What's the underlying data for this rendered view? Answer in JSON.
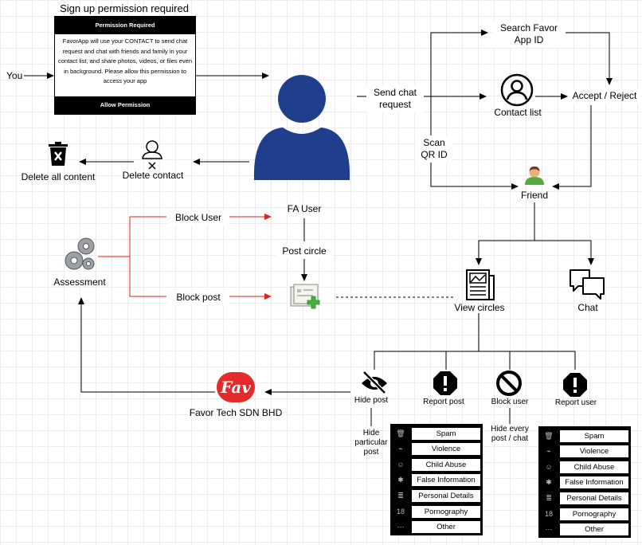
{
  "permission": {
    "title": "Sign up permission required",
    "header": "Permission Required",
    "body": "FavorApp will use your CONTACT to send chat request and chat with friends and family in your contact list, and share photos, videos, or files even in background. Please allow this permission to access your app",
    "button": "Allow Permission"
  },
  "nodes": {
    "you": "You",
    "send_chat": "Send chat request",
    "search_favor": "Search Favor App ID",
    "contact_list": "Contact list",
    "accept_reject": "Accept / Reject",
    "scan_qr": "Scan QR ID",
    "friend": "Friend",
    "delete_all": "Delete all content",
    "delete_contact": "Delete contact",
    "block_user": "Block User",
    "fa_user": "FA User",
    "post_circle": "Post circle",
    "assessment": "Assessment",
    "block_post": "Block post",
    "view_circles": "View circles",
    "chat": "Chat",
    "company": "Favor Tech SDN BHD",
    "hide_post": "Hide post",
    "hide_post_desc": "Hide particular post",
    "report_post": "Report post",
    "block_user_action": "Block user",
    "block_user_desc": "Hide every post / chat",
    "report_user": "Report user",
    "logo_text": "Fav"
  },
  "report_options": [
    {
      "label": "Spam",
      "icon": "trash-icon"
    },
    {
      "label": "Violence",
      "icon": "gun-icon"
    },
    {
      "label": "Child Abuse",
      "icon": "child-icon"
    },
    {
      "label": "False Information",
      "icon": "bug-icon"
    },
    {
      "label": "Personal Details",
      "icon": "user-card-icon"
    },
    {
      "label": "Pornography",
      "icon": "adult-icon"
    },
    {
      "label": "Other",
      "icon": "dots-icon"
    }
  ],
  "colors": {
    "user_blue": "#1f3f8c",
    "red_arrow": "#dd2222",
    "logo_red": "#e32b2b",
    "friend_green": "#5aa83c"
  }
}
